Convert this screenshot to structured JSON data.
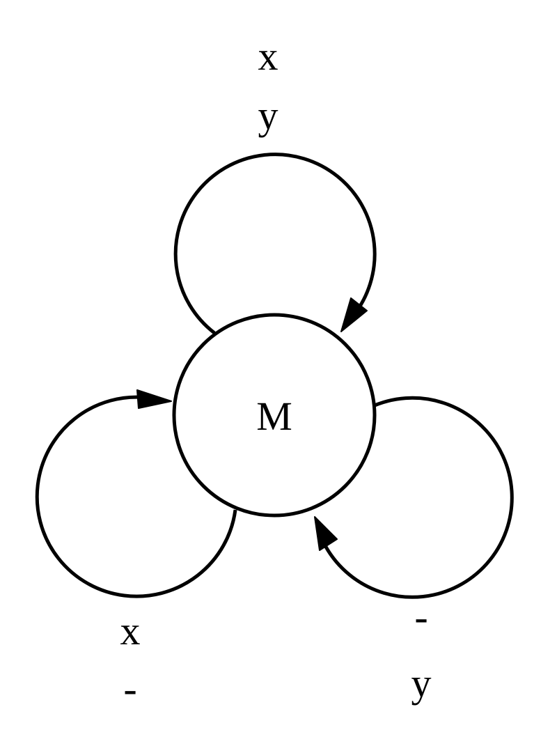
{
  "diagram": {
    "node": {
      "label": "M"
    },
    "loops": [
      {
        "id": "top",
        "label_lines": [
          "x",
          "y"
        ]
      },
      {
        "id": "left",
        "label_lines": [
          "x",
          "-"
        ]
      },
      {
        "id": "right",
        "label_lines": [
          "-",
          "y"
        ]
      }
    ]
  },
  "colors": {
    "stroke": "#000000",
    "background": "#ffffff"
  }
}
